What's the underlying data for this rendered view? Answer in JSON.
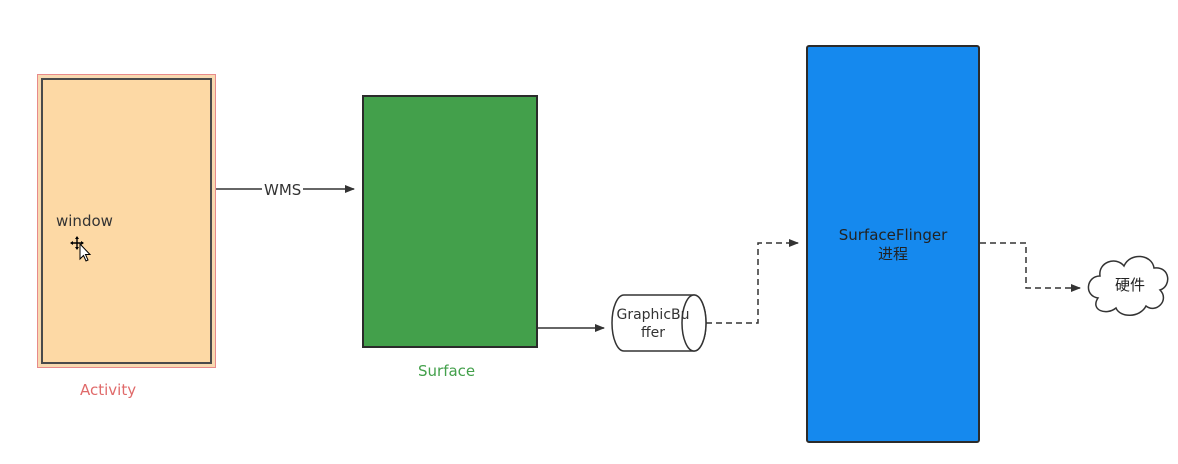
{
  "nodes": {
    "activity": {
      "inner_label": "window",
      "caption": "Activity",
      "fill": "#fdd9a5",
      "caption_color": "#e06a6a"
    },
    "surface": {
      "caption": "Surface",
      "fill": "#43a04b",
      "caption_color": "#43a04b"
    },
    "graphic_buffer": {
      "label_line1": "GraphicBu",
      "label_line2": "ffer"
    },
    "surface_flinger": {
      "label_line1": "SurfaceFlinger",
      "label_line2": "进程",
      "fill": "#1589ee"
    },
    "hardware": {
      "label": "硬件"
    }
  },
  "edges": {
    "activity_to_surface": {
      "label": "WMS",
      "style": "solid"
    },
    "surface_to_buffer": {
      "label": "",
      "style": "solid"
    },
    "buffer_to_flinger": {
      "label": "",
      "style": "dashed"
    },
    "flinger_to_hardware": {
      "label": "",
      "style": "dashed"
    }
  }
}
